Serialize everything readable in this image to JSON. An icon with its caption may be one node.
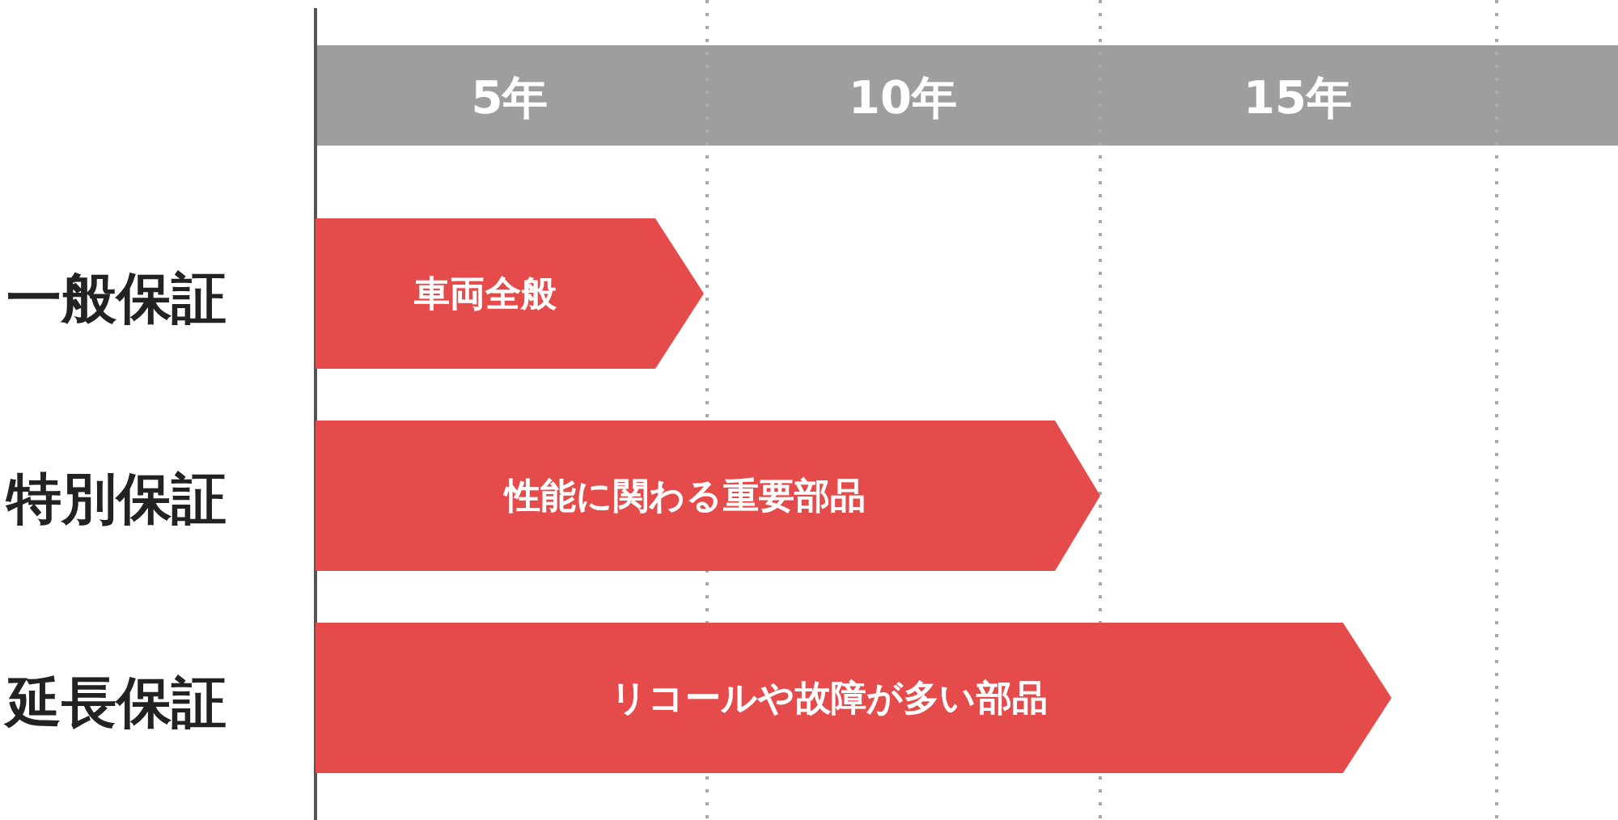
{
  "diagram": {
    "nodes": [
      {
        "text": [
          "車両全般"
        ]
      },
      {
        "text": [
          "性能に関わる重要部品"
        ]
      },
      {
        "text": [
          "リコールや故障が多い部品"
        ]
      }
    ],
    "edges": [],
    "labels": [
      "5年",
      "10年",
      "15年",
      "一般保証",
      "特別保証",
      "延長保証"
    ]
  }
}
